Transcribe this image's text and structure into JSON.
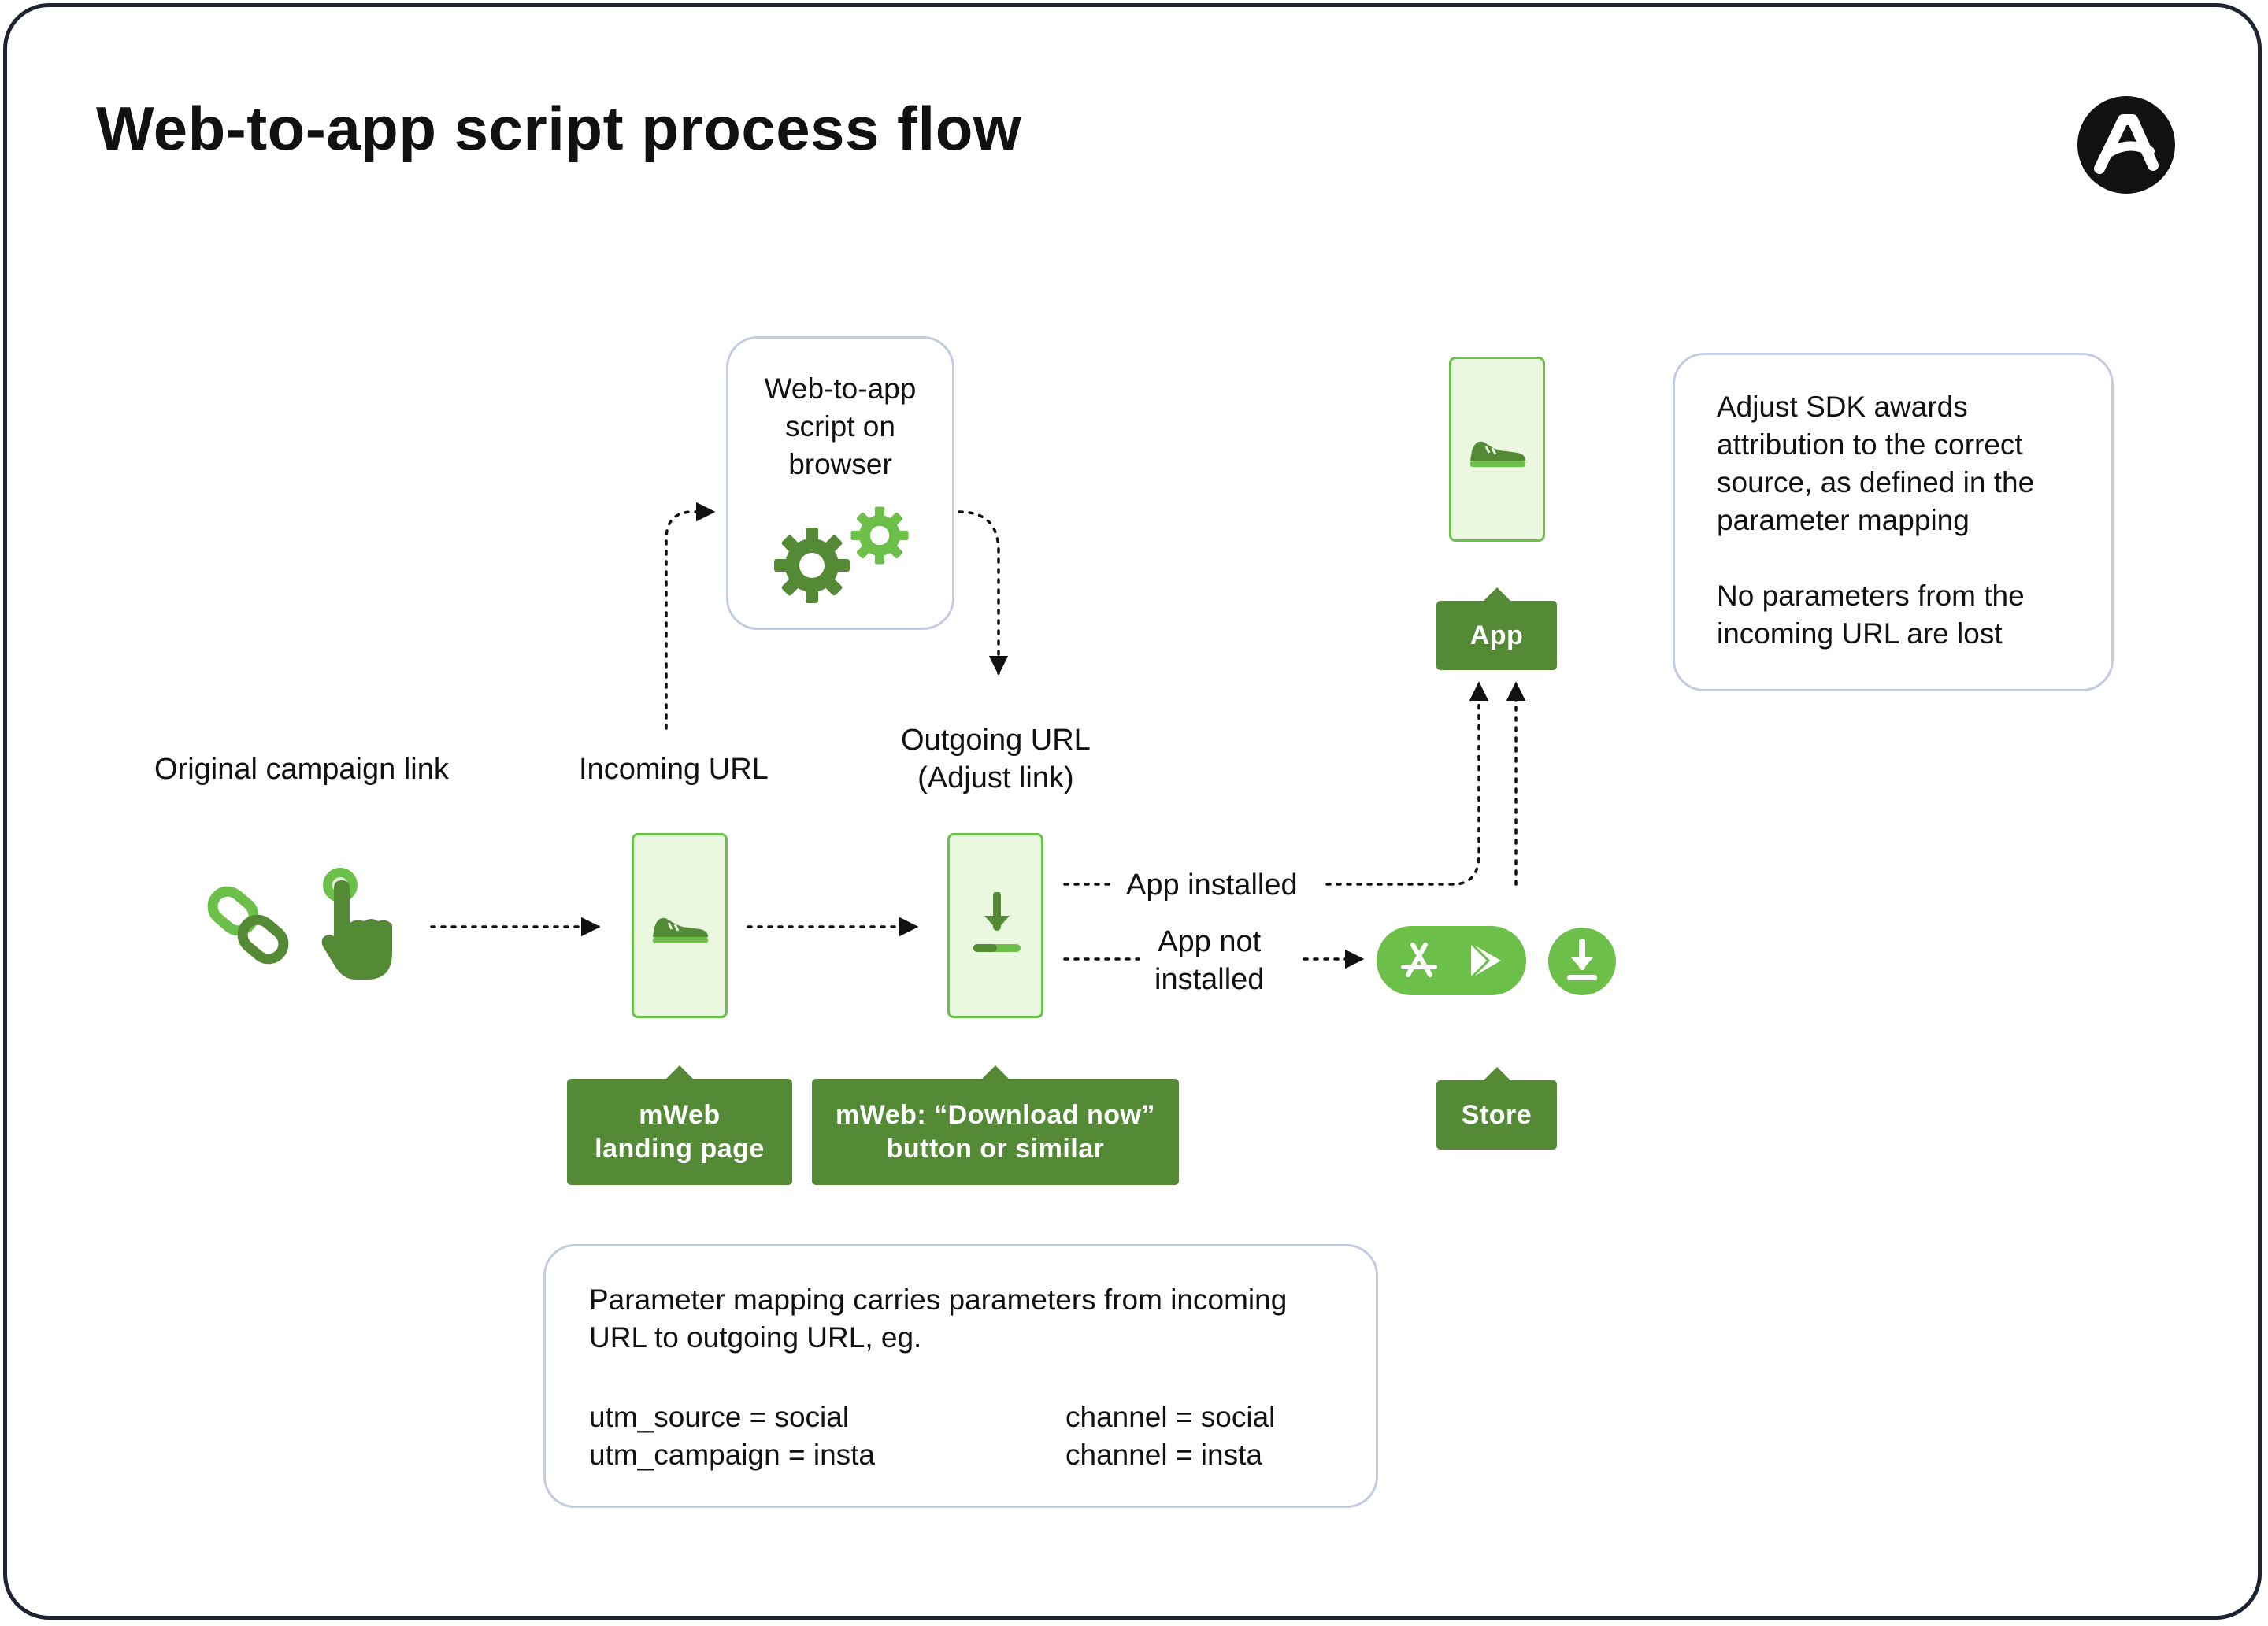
{
  "title": "Web-to-app script process flow",
  "labels": {
    "original_campaign_link": "Original campaign link",
    "incoming_url": "Incoming URL",
    "outgoing_url_line1": "Outgoing URL",
    "outgoing_url_line2": "(Adjust link)",
    "app_installed": "App installed",
    "app_not_installed_line1": "App not",
    "app_not_installed_line2": "installed"
  },
  "script_box": {
    "line1": "Web-to-app",
    "line2": "script on",
    "line3": "browser"
  },
  "tags": {
    "landing_line1": "mWeb",
    "landing_line2": "landing page",
    "download_line1": "mWeb: “Download now”",
    "download_line2": "button or similar",
    "app": "App",
    "store": "Store"
  },
  "attribution_box": {
    "line1": "Adjust SDK awards",
    "line2": "attribution to the correct",
    "line3": "source, as defined in the",
    "line4": "parameter mapping",
    "line5": "No parameters from the",
    "line6": "incoming URL are lost"
  },
  "mapping_box": {
    "line1": "Parameter mapping carries parameters from incoming",
    "line2": "URL to outgoing URL, eg.",
    "rows": [
      {
        "from": "utm_source = social",
        "to": "channel = social"
      },
      {
        "from": "utm_campaign = insta",
        "to": "channel = insta"
      }
    ]
  },
  "colors": {
    "dark_green": "#548a36",
    "bright_green": "#6cc04a",
    "light_green": "#e9f8df",
    "box_border": "#c3cbe0",
    "frame": "#1d2430"
  },
  "icons": [
    "link-icon",
    "tap-hand-icon",
    "sneaker-icon",
    "download-icon",
    "gear-icon",
    "app-store-icon",
    "play-store-icon",
    "logo-icon"
  ]
}
